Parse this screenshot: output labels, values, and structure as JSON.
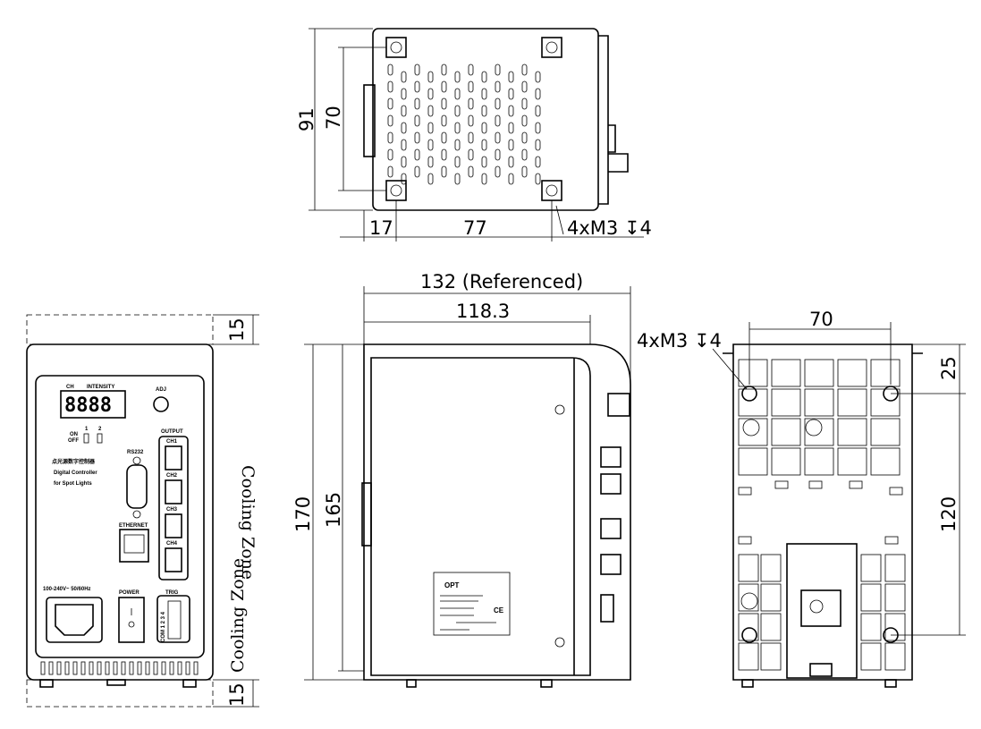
{
  "top_view": {
    "height_dim": "91",
    "hole_dim": "70",
    "offset_dim": "17",
    "hole_spacing_dim": "77",
    "screw_note": "4xM3 ↧4"
  },
  "front_view": {
    "cooling_top": "15",
    "cooling_top_label": "Cooling Zone",
    "cooling_bottom": "15",
    "cooling_bottom_label": "Cooling Zone",
    "panel": {
      "ch": "CH",
      "intensity": "INTENSITY",
      "adj": "ADJ",
      "on": "ON",
      "off": "OFF",
      "sw1": "1",
      "sw2": "2",
      "title_cn": "点光源数字控制器",
      "title_en1": "Digital Controller",
      "title_en2": "for Spot Lights",
      "rs232": "RS232",
      "ethernet": "ETHERNET",
      "output": "OUTPUT",
      "ch1": "CH1",
      "ch2": "CH2",
      "ch3": "CH3",
      "ch4": "CH4",
      "power_in": "100-240V~ 50/60Hz",
      "power": "POWER",
      "trig": "TRIG",
      "trig_pins": "COM 1 2 3 4"
    }
  },
  "side_view": {
    "overall_depth": "132 (Referenced)",
    "body_depth": "118.3",
    "overall_height": "170",
    "body_height": "165",
    "label_brand": "OPT",
    "label_ce": "CE"
  },
  "back_view": {
    "hole_spacing": "70",
    "screw_note": "4xM3 ↧4",
    "top_offset": "25",
    "vertical_spacing": "120"
  }
}
